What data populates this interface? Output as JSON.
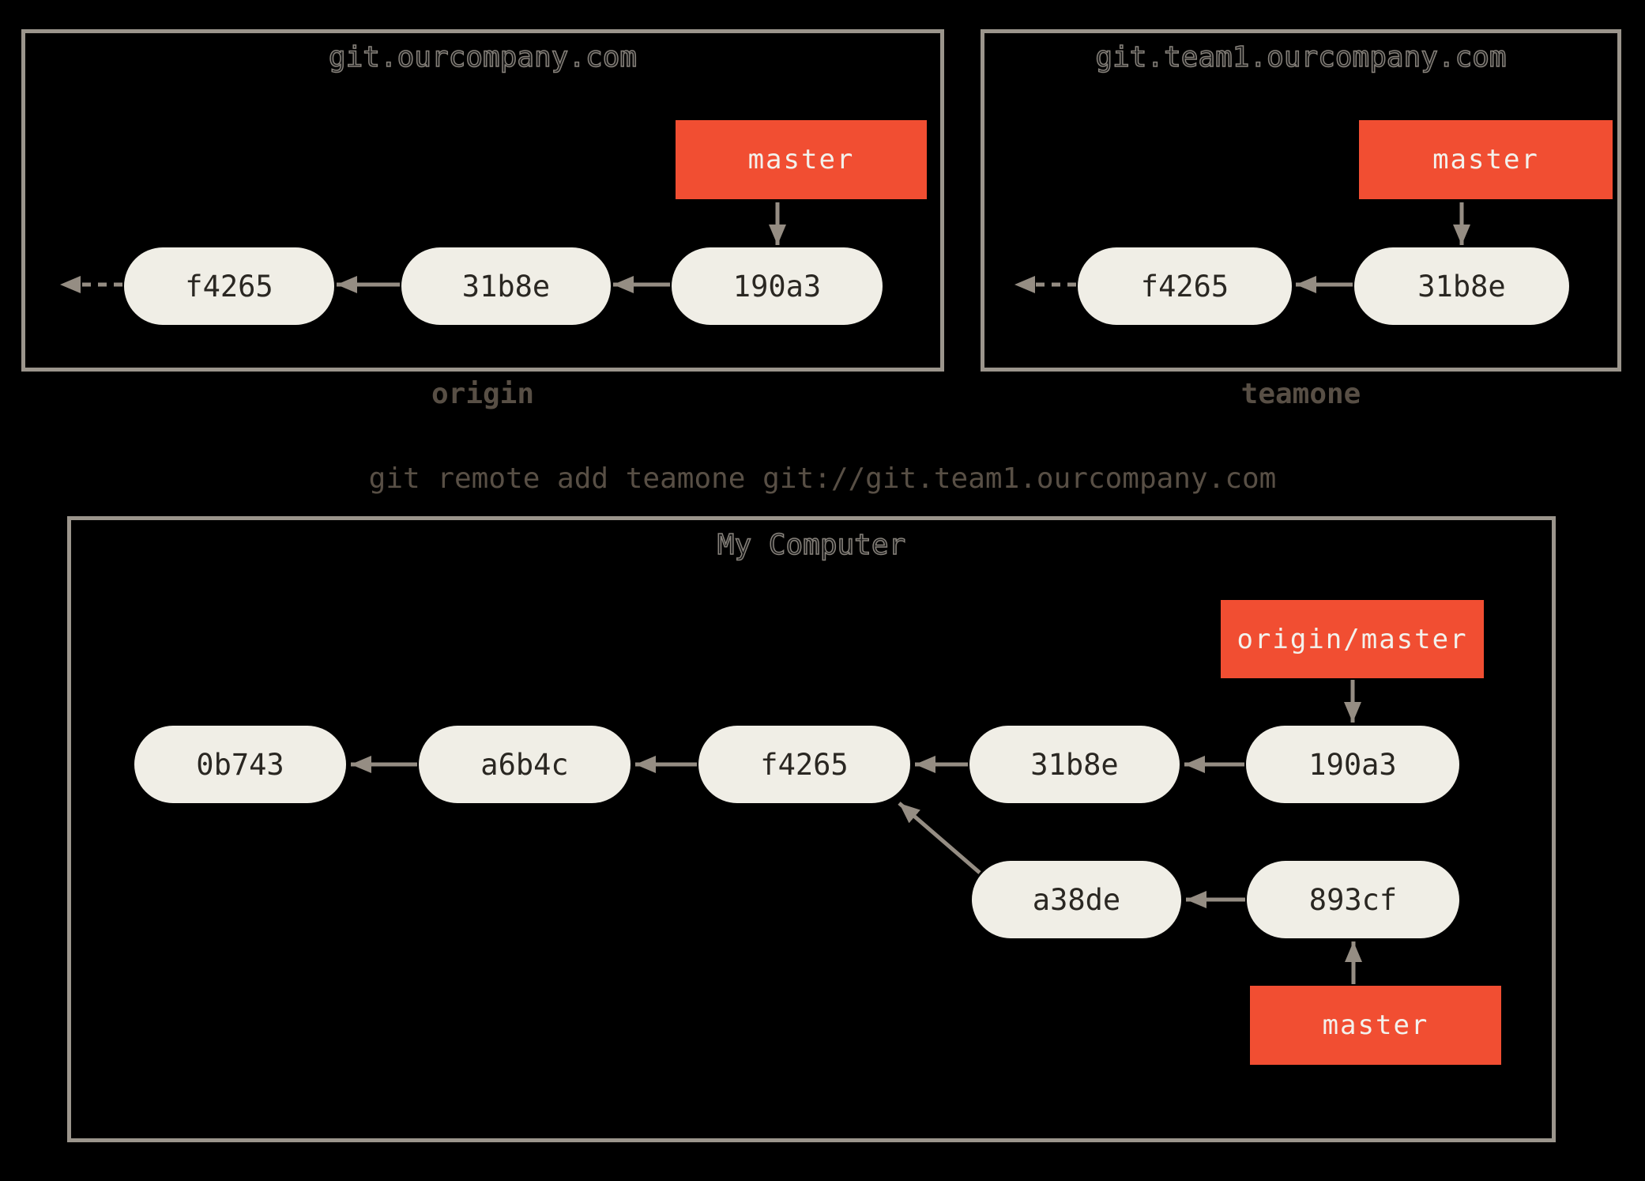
{
  "diagram": {
    "kind": "git-remote-repositories-diagram",
    "colors": {
      "background": "#000000",
      "box_border": "#9b958c",
      "arrow": "#958d83",
      "commit_fill": "#f0eee6",
      "commit_text": "#2a2722",
      "branch_red": "#f14e32",
      "branch_text": "#f3f1ec",
      "title_outline": "#87827b",
      "label_text": "#584f45"
    },
    "remotes": [
      {
        "title": "git.ourcompany.com",
        "label": "origin",
        "branch": "master",
        "commits": [
          "f4265",
          "31b8e",
          "190a3"
        ]
      },
      {
        "title": "git.team1.ourcompany.com",
        "label": "teamone",
        "branch": "master",
        "commits": [
          "f4265",
          "31b8e"
        ]
      }
    ],
    "command": "git remote add teamone git://git.team1.ourcompany.com",
    "local": {
      "title": "My Computer",
      "remote_ref": "origin/master",
      "branch": "master",
      "main_commits": [
        "0b743",
        "a6b4c",
        "f4265",
        "31b8e",
        "190a3"
      ],
      "topic_commits": [
        "a38de",
        "893cf"
      ]
    }
  }
}
